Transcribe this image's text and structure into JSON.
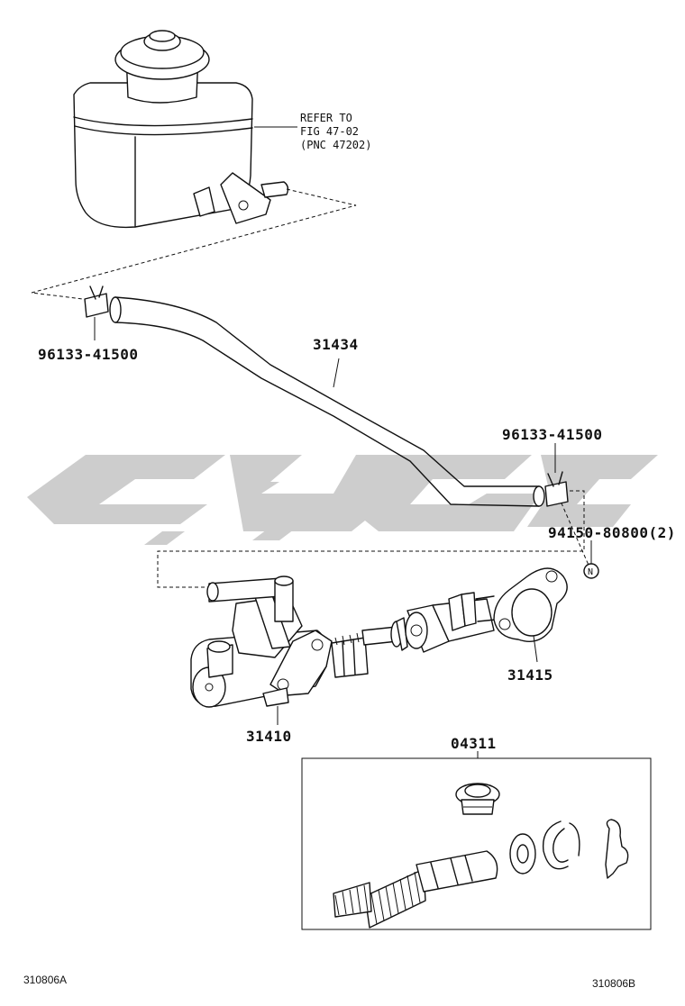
{
  "reference_note": {
    "line1": "REFER TO",
    "line2": "FIG 47-02",
    "line3": "(PNC 47202)"
  },
  "parts": {
    "clip_left": "96133-41500",
    "hose": "31434",
    "clip_right": "96133-41500",
    "cotter_pin": "94150-80800(2)",
    "gasket": "31415",
    "master_cylinder": "31410",
    "kit": "04311"
  },
  "footer": {
    "left_code": "310806A",
    "right_code": "310806B"
  },
  "icons": {
    "pin_marker": "N"
  }
}
